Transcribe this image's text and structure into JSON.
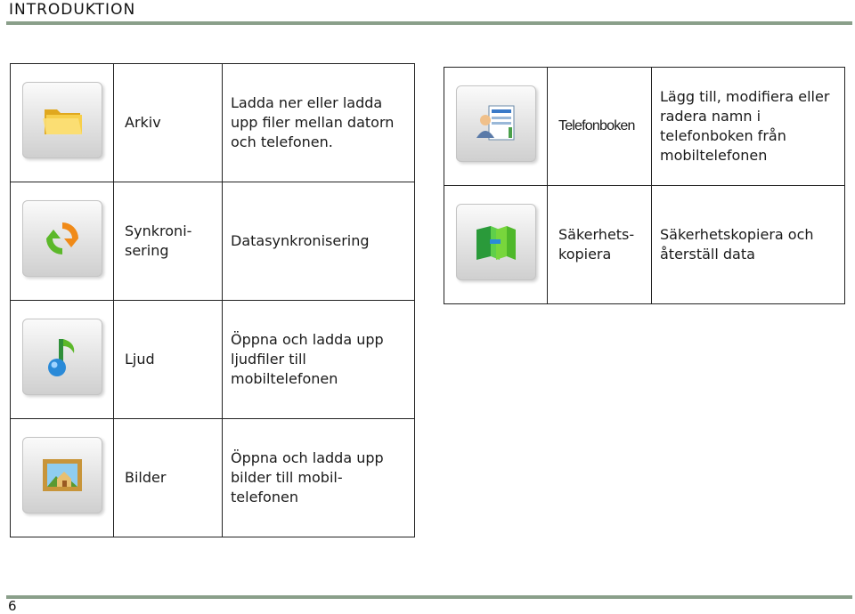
{
  "header": {
    "title": "INTRODUKTION"
  },
  "left_table": [
    {
      "icon": "folder-icon",
      "name": "Arkiv",
      "desc": "Ladda ner eller ladda upp filer mellan datorn och telefonen."
    },
    {
      "icon": "sync-arrows-icon",
      "name": "Synkroni-sering",
      "desc": "Datasynkronisering"
    },
    {
      "icon": "music-note-icon",
      "name": "Ljud",
      "desc": "Öppna och ladda upp ljudfiler till mobiltelefonen"
    },
    {
      "icon": "picture-frame-icon",
      "name": "Bilder",
      "desc": "Öppna och ladda upp bilder till mobil-telefonen"
    }
  ],
  "right_table": [
    {
      "icon": "phonebook-icon",
      "name": "Telefonboken",
      "desc": "Lägg till, modifiera eller radera namn i telefonboken från mobiltelefonen"
    },
    {
      "icon": "backup-blocks-icon",
      "name": "Säkerhets-kopiera",
      "desc": "Säkerhetskopiera och återställ data"
    }
  ],
  "footer": {
    "page_number": "6"
  }
}
